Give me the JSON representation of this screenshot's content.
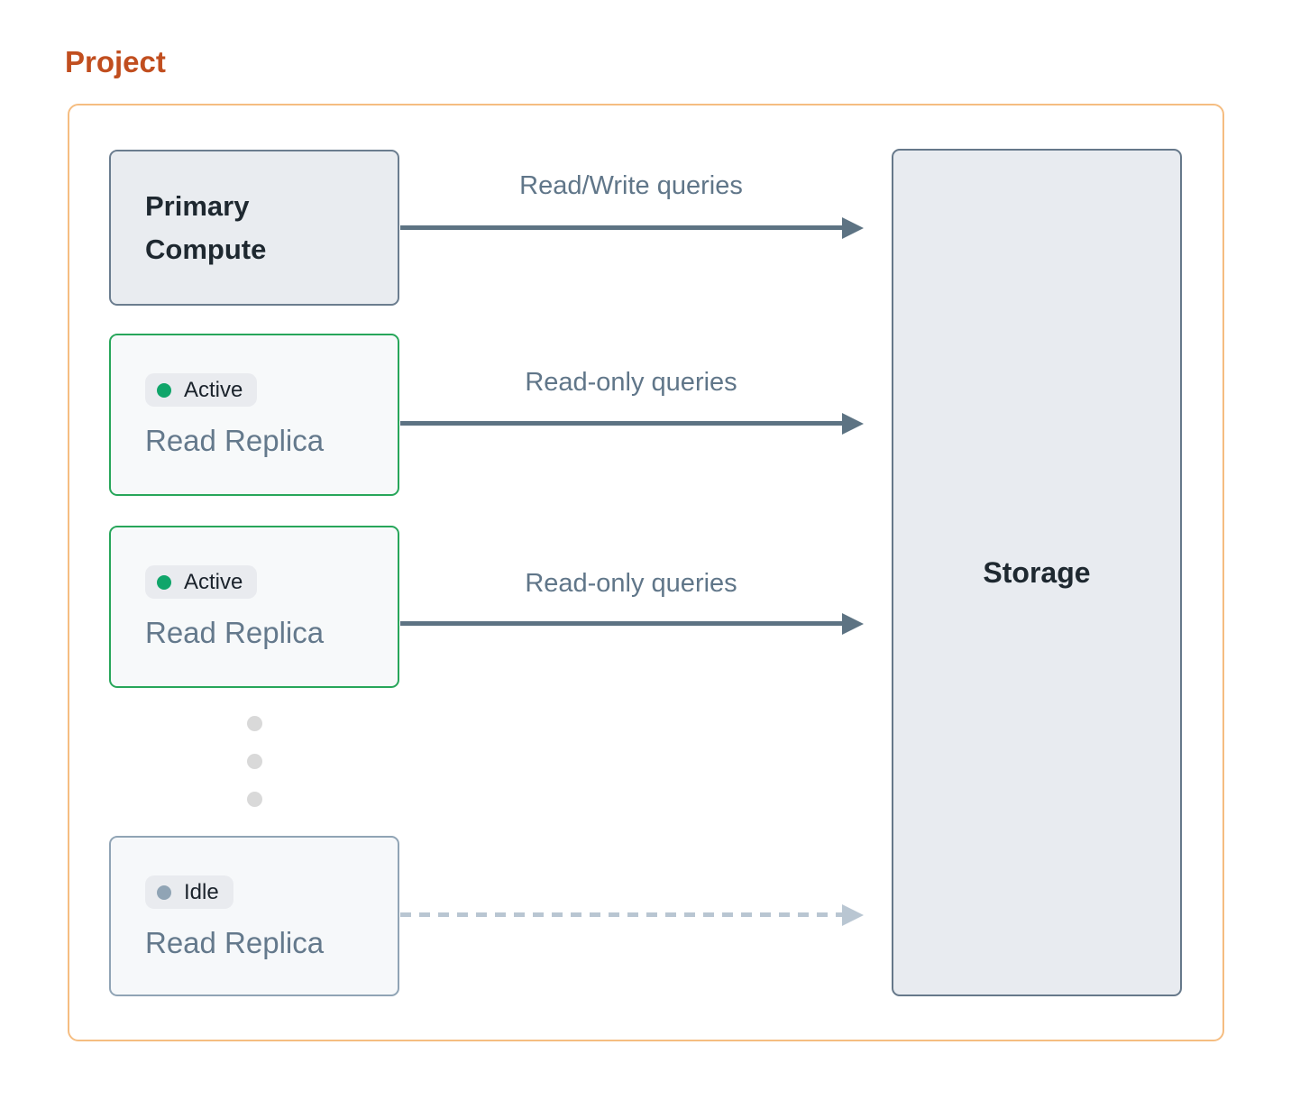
{
  "title": "Project",
  "nodes": {
    "primary": {
      "label": "Primary Compute"
    },
    "replica1": {
      "status": "Active",
      "label": "Read Replica"
    },
    "replica2": {
      "status": "Active",
      "label": "Read Replica"
    },
    "idle": {
      "status": "Idle",
      "label": "Read Replica"
    },
    "storage": {
      "label": "Storage"
    }
  },
  "arrows": {
    "primary_to_storage": {
      "label": "Read/Write queries",
      "style": "solid"
    },
    "replica1_to_storage": {
      "label": "Read-only queries",
      "style": "solid"
    },
    "replica2_to_storage": {
      "label": "Read-only queries",
      "style": "solid"
    },
    "idle_to_storage": {
      "label": "",
      "style": "dashed"
    }
  },
  "colors": {
    "title": "#c14e1f",
    "project_border": "#f5bd81",
    "node_border": "#6b7d8f",
    "node_fill": "#e9ecf0",
    "active_border": "#27a65a",
    "active_dot": "#10a56a",
    "idle_border": "#90a4b5",
    "idle_dot": "#90a4b5",
    "arrow_solid": "#5d7383",
    "arrow_dashed": "#b9c6d2",
    "label_text": "#607689"
  }
}
